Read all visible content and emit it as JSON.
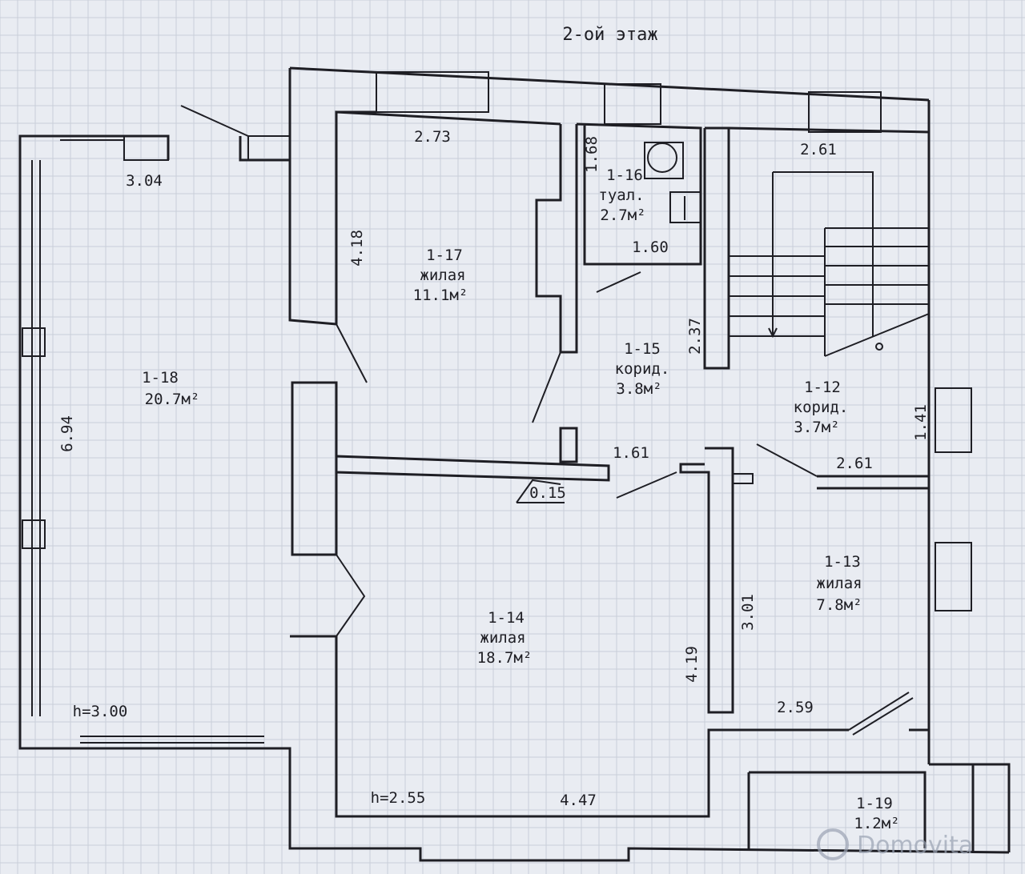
{
  "title": "2-ой этаж",
  "rooms": [
    {
      "id": "r18",
      "num": "1-18",
      "type": "",
      "area": "20.7м²"
    },
    {
      "id": "r17",
      "num": "1-17",
      "type": "жилая",
      "area": "11.1м²"
    },
    {
      "id": "r16",
      "num": "1-16",
      "type": "туал.",
      "area": "2.7м²"
    },
    {
      "id": "r15",
      "num": "1-15",
      "type": "корид.",
      "area": "3.8м²"
    },
    {
      "id": "r12",
      "num": "1-12",
      "type": "корид.",
      "area": "3.7м²"
    },
    {
      "id": "r14",
      "num": "1-14",
      "type": "жилая",
      "area": "18.7м²"
    },
    {
      "id": "r13",
      "num": "1-13",
      "type": "жилая",
      "area": "7.8м²"
    },
    {
      "id": "r19",
      "num": "1-19",
      "type": "",
      "area": "1.2м²"
    }
  ],
  "dimensions": [
    "3.04",
    "2.73",
    "1.68",
    "2.61",
    "4.18",
    "1.60",
    "2.37",
    "6.94",
    "1.41",
    "1.61",
    "2.61",
    "0.15",
    "3.01",
    "4.19",
    "2.59",
    "4.47"
  ],
  "heights": [
    "h=3.00",
    "h=2.55"
  ],
  "watermark": "Domovita",
  "colors": {
    "line": "#1e1e24",
    "paper": "#e9ecf2",
    "grid": "#c9ced9"
  }
}
